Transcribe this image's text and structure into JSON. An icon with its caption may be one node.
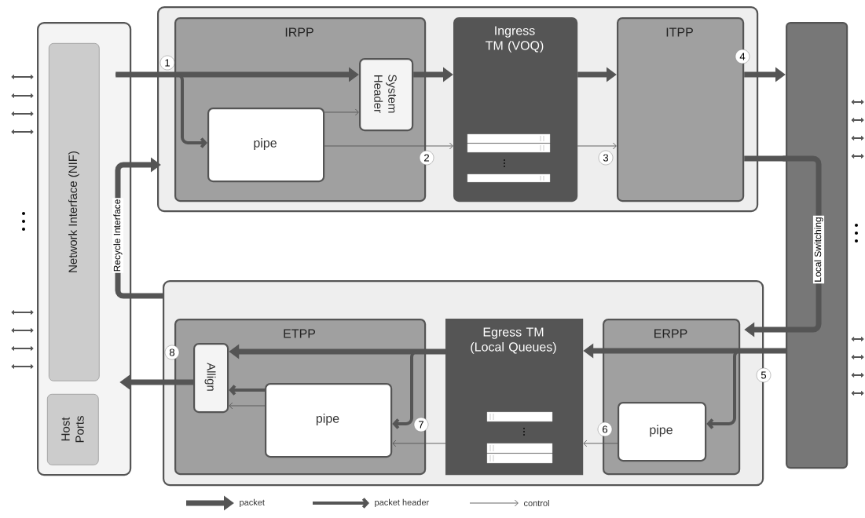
{
  "diagram": {
    "nodes": [
      {
        "text": [],
        "shape": "box"
      },
      {
        "text": [
          "Network Interface (NIF)"
        ],
        "in": 0
      },
      {
        "text": [
          "Host Ports"
        ],
        "in": 0
      },
      {
        "text": [],
        "shape": "box"
      },
      {
        "text": [
          "IRPP"
        ],
        "in": 3
      },
      {
        "text": [
          "pipe"
        ],
        "in": 4
      },
      {
        "text": [
          "System Header"
        ],
        "in": 4
      },
      {
        "text": [
          "Ingress TM (VOQ)"
        ],
        "in": 3
      },
      {
        "text": [
          "ITPP"
        ],
        "in": 3
      },
      {
        "text": [],
        "shape": "bar"
      },
      {
        "text": [],
        "shape": "box"
      },
      {
        "text": [
          "ETPP"
        ],
        "in": 10
      },
      {
        "text": [
          "Allign"
        ],
        "in": 11
      },
      {
        "text": [
          "pipe"
        ],
        "in": 11
      },
      {
        "text": [
          "Egress TM (Local Queues)"
        ],
        "in": 10
      },
      {
        "text": [
          "ERPP"
        ],
        "in": 10
      },
      {
        "text": [
          "pipe"
        ],
        "in": 15
      }
    ],
    "edges": [
      {
        "from": 0,
        "to": 6,
        "arrow": "to",
        "style": "thick"
      },
      {
        "from": 0,
        "to": 5,
        "arrow": "to",
        "style": "thick"
      },
      {
        "from": 5,
        "to": 6,
        "arrow": "to"
      },
      {
        "from": 5,
        "to": 7,
        "arrow": "to"
      },
      {
        "from": 6,
        "to": 7,
        "arrow": "to",
        "style": "thick"
      },
      {
        "from": 7,
        "to": 8,
        "arrow": "to",
        "style": "thick"
      },
      {
        "from": 7,
        "to": 8,
        "arrow": "to"
      },
      {
        "from": 8,
        "to": 9,
        "arrow": "to",
        "style": "thick"
      },
      {
        "from": 8,
        "to": 9,
        "arrow": "none",
        "style": "thick"
      },
      {
        "from": 9,
        "to": 15,
        "arrow": "to",
        "style": "thick",
        "label": "Local Switching"
      },
      {
        "from": 9,
        "to": 14,
        "arrow": "to",
        "style": "thick"
      },
      {
        "from": 9,
        "to": 16,
        "arrow": "to",
        "style": "thick"
      },
      {
        "from": 16,
        "to": 14,
        "arrow": "to"
      },
      {
        "from": 14,
        "to": 12,
        "arrow": "to",
        "style": "thick"
      },
      {
        "from": 14,
        "to": 13,
        "arrow": "to",
        "style": "thick"
      },
      {
        "from": 14,
        "to": 13,
        "arrow": "to"
      },
      {
        "from": 13,
        "to": 12,
        "arrow": "to",
        "style": "thick"
      },
      {
        "from": 13,
        "to": 12,
        "arrow": "to"
      },
      {
        "from": 12,
        "to": 0,
        "arrow": "to",
        "style": "thick"
      },
      {
        "from": 10,
        "to": 3,
        "arrow": "to",
        "style": "thick",
        "label": "Recycle Interface"
      },
      {
        "from": null,
        "to": 0,
        "arrow": "both"
      },
      {
        "from": null,
        "to": 0,
        "arrow": "both"
      },
      {
        "from": null,
        "to": 0,
        "arrow": "both"
      },
      {
        "from": null,
        "to": 0,
        "arrow": "both"
      },
      {
        "from": null,
        "to": 0,
        "arrow": "both"
      },
      {
        "from": null,
        "to": 0,
        "arrow": "both"
      },
      {
        "from": null,
        "to": 0,
        "arrow": "both"
      },
      {
        "from": null,
        "to": 0,
        "arrow": "both"
      },
      {
        "from": null,
        "to": 9,
        "arrow": "both"
      },
      {
        "from": null,
        "to": 9,
        "arrow": "both"
      },
      {
        "from": null,
        "to": 9,
        "arrow": "both"
      },
      {
        "from": null,
        "to": 9,
        "arrow": "both"
      },
      {
        "from": null,
        "to": 9,
        "arrow": "both"
      },
      {
        "from": null,
        "to": 9,
        "arrow": "both"
      },
      {
        "from": null,
        "to": 9,
        "arrow": "both"
      },
      {
        "from": null,
        "to": 9,
        "arrow": "both"
      }
    ],
    "labels": [
      "1",
      "4",
      "2",
      "3",
      "8",
      "5",
      "7",
      "6"
    ],
    "legend": [
      {
        "text": "packet"
      },
      {
        "text": "packet header"
      },
      {
        "text": "control"
      }
    ]
  }
}
